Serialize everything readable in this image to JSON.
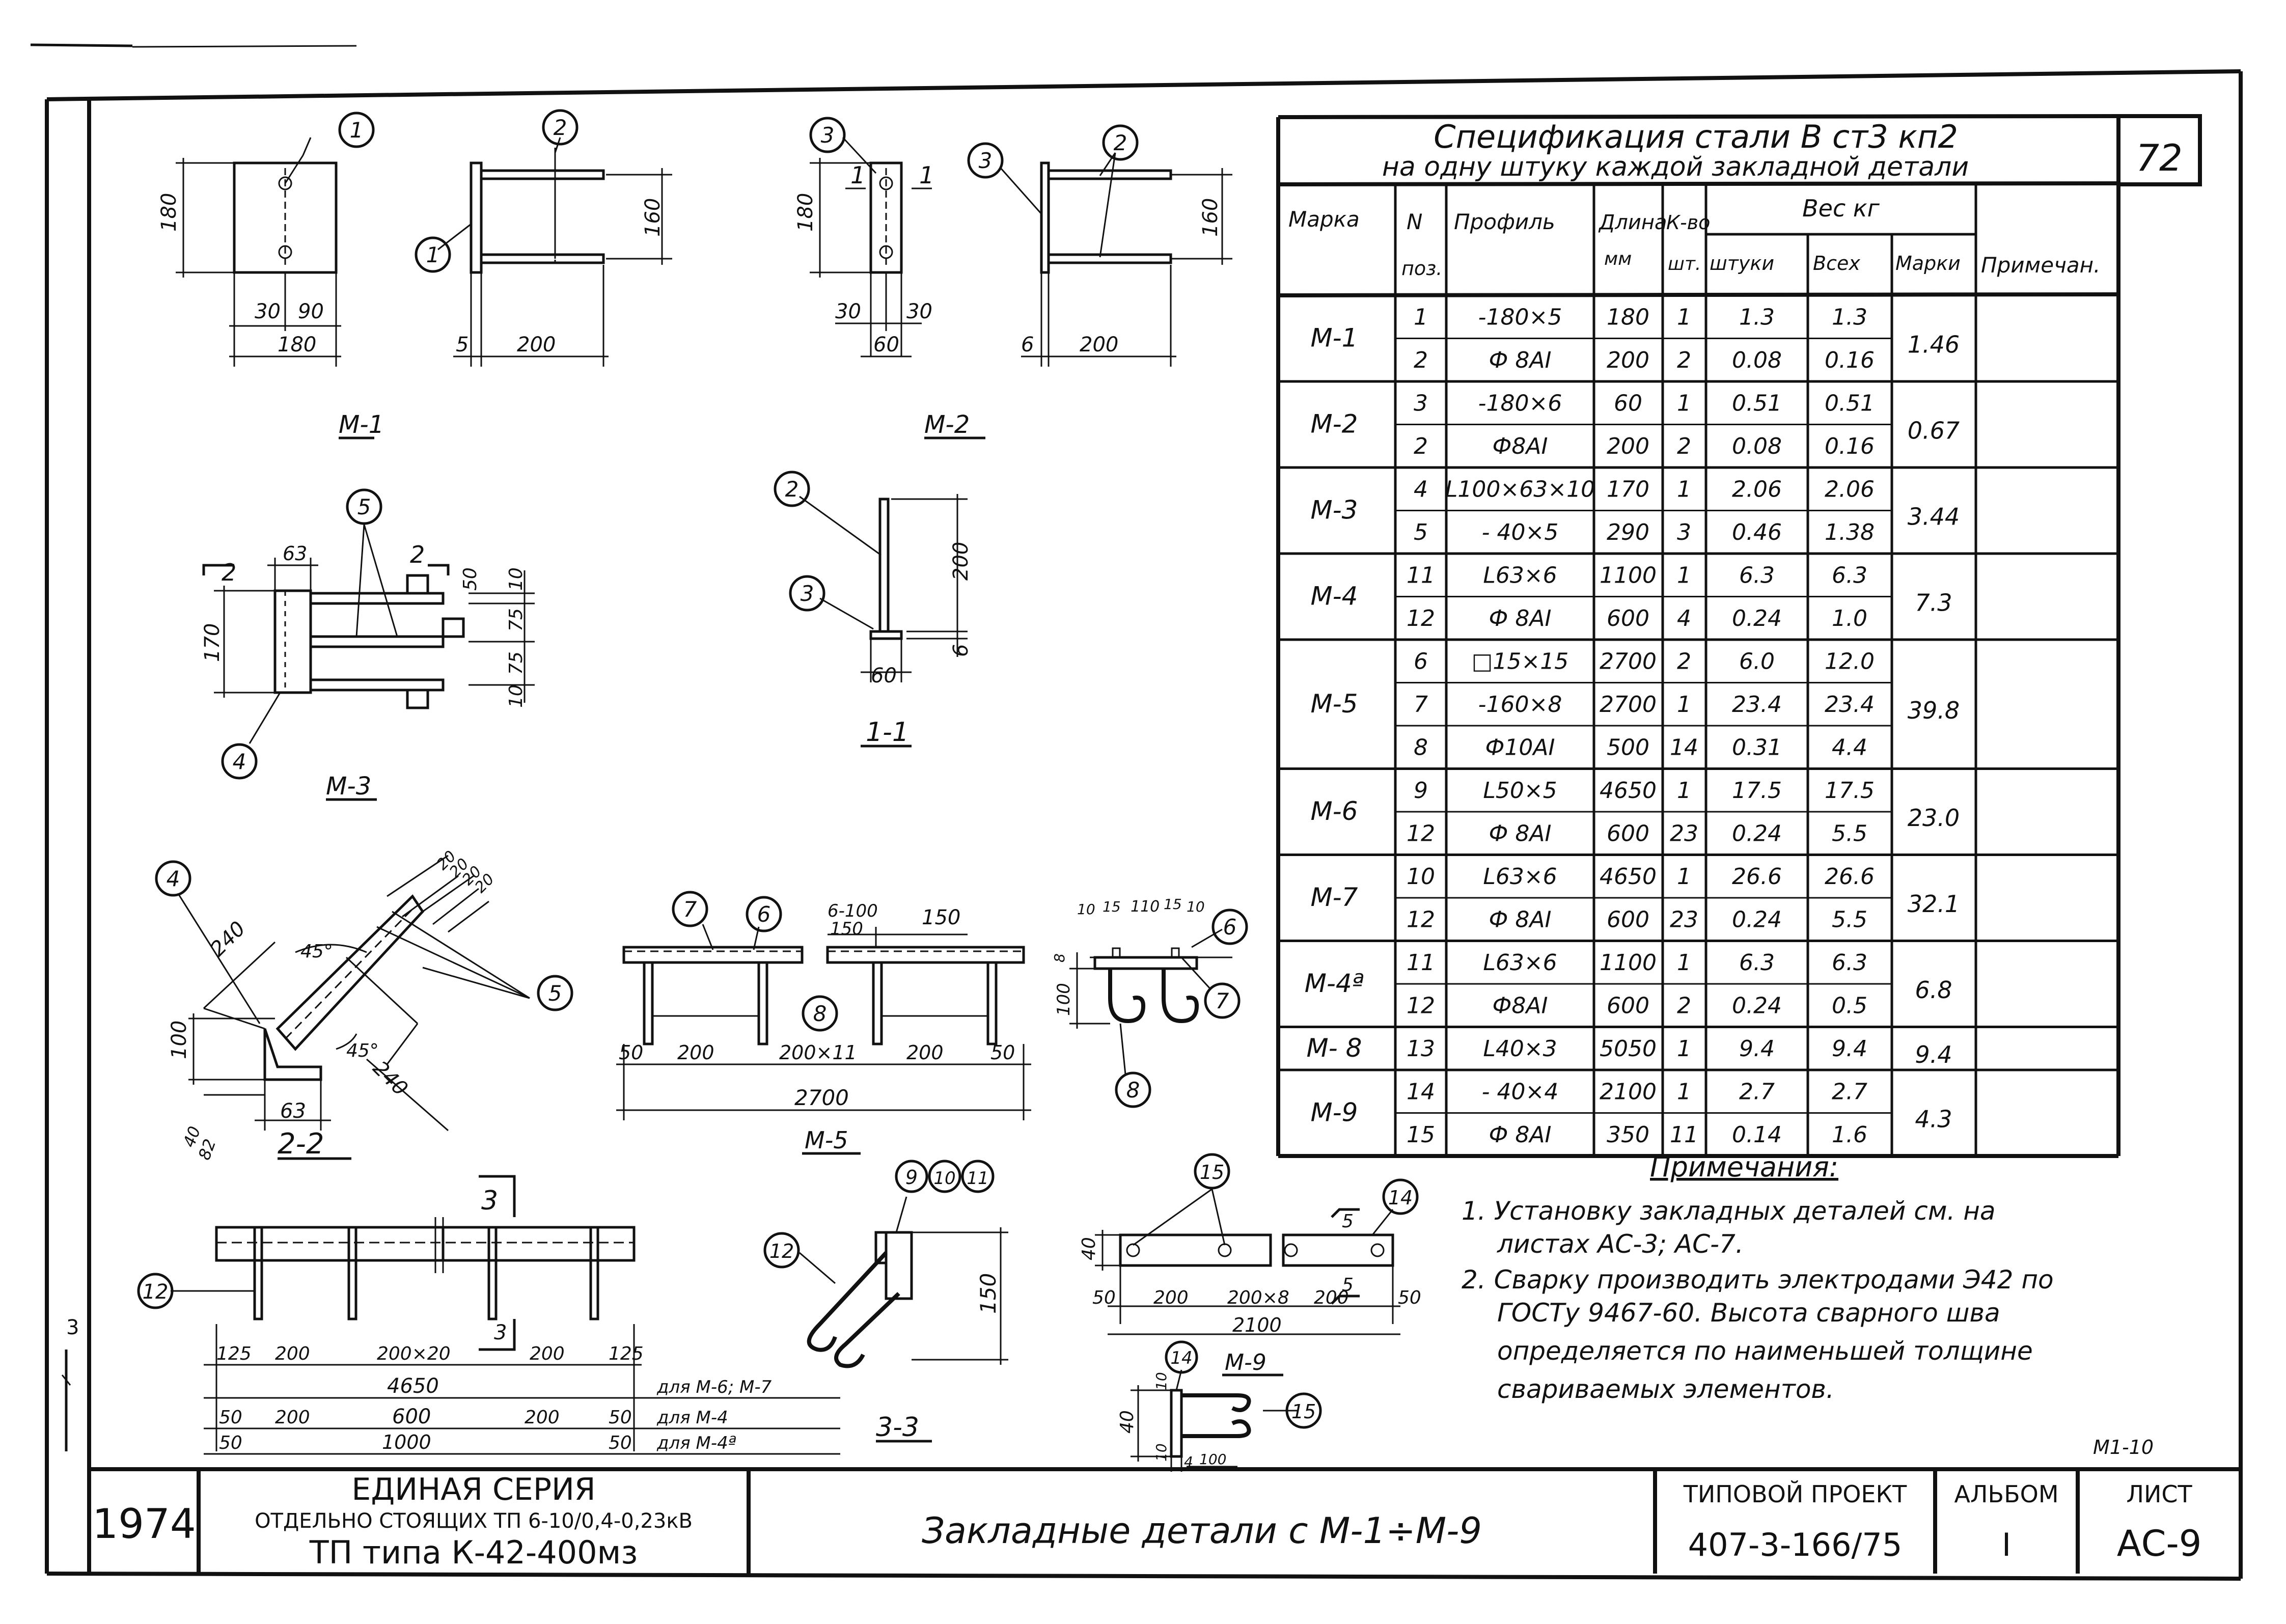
{
  "sheet_number": "72",
  "spec": {
    "title_line1": "Спецификация стали В ст3 кп2",
    "title_line2": "на одну штуку каждой закладной детали",
    "headers": {
      "mark": "Марка",
      "pos_n": "N",
      "pos": "поз.",
      "profile": "Профиль",
      "length": "Длина",
      "length_unit": "мм",
      "qty": "К-во",
      "qty_unit": "шт.",
      "weight": "Вес кг",
      "w_piece": "штуки",
      "w_all": "Всех",
      "w_mark": "Марки",
      "note": "Примечан."
    },
    "groups": [
      {
        "mark": "М-1",
        "total": "1.46",
        "rows": [
          {
            "pos": "1",
            "profile": "-180×5",
            "length": "180",
            "qty": "1",
            "w1": "1.3",
            "w2": "1.3"
          },
          {
            "pos": "2",
            "profile": "Ф 8АI",
            "length": "200",
            "qty": "2",
            "w1": "0.08",
            "w2": "0.16"
          }
        ]
      },
      {
        "mark": "М-2",
        "total": "0.67",
        "rows": [
          {
            "pos": "3",
            "profile": "-180×6",
            "length": "60",
            "qty": "1",
            "w1": "0.51",
            "w2": "0.51"
          },
          {
            "pos": "2",
            "profile": "Ф8АI",
            "length": "200",
            "qty": "2",
            "w1": "0.08",
            "w2": "0.16"
          }
        ]
      },
      {
        "mark": "М-3",
        "total": "3.44",
        "rows": [
          {
            "pos": "4",
            "profile": "L100×63×10",
            "length": "170",
            "qty": "1",
            "w1": "2.06",
            "w2": "2.06"
          },
          {
            "pos": "5",
            "profile": "- 40×5",
            "length": "290",
            "qty": "3",
            "w1": "0.46",
            "w2": "1.38"
          }
        ]
      },
      {
        "mark": "М-4",
        "total": "7.3",
        "rows": [
          {
            "pos": "11",
            "profile": "L63×6",
            "length": "1100",
            "qty": "1",
            "w1": "6.3",
            "w2": "6.3"
          },
          {
            "pos": "12",
            "profile": "Ф 8АI",
            "length": "600",
            "qty": "4",
            "w1": "0.24",
            "w2": "1.0"
          }
        ]
      },
      {
        "mark": "М-5",
        "total": "39.8",
        "rows": [
          {
            "pos": "6",
            "profile": "□15×15",
            "length": "2700",
            "qty": "2",
            "w1": "6.0",
            "w2": "12.0"
          },
          {
            "pos": "7",
            "profile": "-160×8",
            "length": "2700",
            "qty": "1",
            "w1": "23.4",
            "w2": "23.4"
          },
          {
            "pos": "8",
            "profile": "Ф10АI",
            "length": "500",
            "qty": "14",
            "w1": "0.31",
            "w2": "4.4"
          }
        ]
      },
      {
        "mark": "М-6",
        "total": "23.0",
        "rows": [
          {
            "pos": "9",
            "profile": "L50×5",
            "length": "4650",
            "qty": "1",
            "w1": "17.5",
            "w2": "17.5"
          },
          {
            "pos": "12",
            "profile": "Ф 8АI",
            "length": "600",
            "qty": "23",
            "w1": "0.24",
            "w2": "5.5"
          }
        ]
      },
      {
        "mark": "М-7",
        "total": "32.1",
        "rows": [
          {
            "pos": "10",
            "profile": "L63×6",
            "length": "4650",
            "qty": "1",
            "w1": "26.6",
            "w2": "26.6"
          },
          {
            "pos": "12",
            "profile": "Ф 8АI",
            "length": "600",
            "qty": "23",
            "w1": "0.24",
            "w2": "5.5"
          }
        ]
      },
      {
        "mark": "М-4ª",
        "total": "6.8",
        "rows": [
          {
            "pos": "11",
            "profile": "L63×6",
            "length": "1100",
            "qty": "1",
            "w1": "6.3",
            "w2": "6.3"
          },
          {
            "pos": "12",
            "profile": "Ф8АI",
            "length": "600",
            "qty": "2",
            "w1": "0.24",
            "w2": "0.5"
          }
        ]
      },
      {
        "mark": "М- 8",
        "total": "9.4",
        "rows": [
          {
            "pos": "13",
            "profile": "L40×3",
            "length": "5050",
            "qty": "1",
            "w1": "9.4",
            "w2": "9.4"
          }
        ]
      },
      {
        "mark": "М-9",
        "total": "4.3",
        "rows": [
          {
            "pos": "14",
            "profile": "- 40×4",
            "length": "2100",
            "qty": "1",
            "w1": "2.7",
            "w2": "2.7"
          },
          {
            "pos": "15",
            "profile": "Ф 8АI",
            "length": "350",
            "qty": "11",
            "w1": "0.14",
            "w2": "1.6"
          }
        ]
      }
    ]
  },
  "notes": {
    "title": "Примечания:",
    "lines": [
      "1. Установку закладных деталей см. на",
      "листах АС-3; АС-7.",
      "2. Сварку производить электродами Э42 по",
      "ГОСТу 9467-60. Высота сварного шва",
      "определяется по наименьшей толщине",
      "свариваемых элементов."
    ],
    "range": "М1-10"
  },
  "drawings": {
    "m1": {
      "label": "М-1",
      "dims": {
        "h180": "180",
        "d30": "30",
        "d90": "90",
        "w180": "180",
        "h160": "160",
        "d5": "5",
        "d200": "200"
      },
      "callouts": {
        "c1a": "1",
        "c2": "2",
        "c1b": "1"
      }
    },
    "m2": {
      "label": "М-2",
      "dims": {
        "h180": "180",
        "d30a": "30",
        "d30b": "30",
        "w60": "60",
        "h160": "160",
        "d6": "6",
        "d200": "200"
      },
      "callouts": {
        "c3a": "3",
        "c3b": "3",
        "c2": "2"
      },
      "section_marks": {
        "s1": "1",
        "s2": "1"
      }
    },
    "s11": {
      "label": "1-1",
      "dims": {
        "h200": "200",
        "d6": "6",
        "w60": "60"
      },
      "callouts": {
        "c2": "2",
        "c3": "3"
      }
    },
    "m3": {
      "label": "М-3",
      "dims": {
        "d63": "63",
        "h170": "170",
        "d50": "50",
        "d10a": "10",
        "d75a": "75",
        "d75b": "75",
        "d10b": "10"
      },
      "callouts": {
        "c5": "5",
        "c4": "4"
      },
      "section_marks": {
        "s1": "2",
        "s2": "2"
      }
    },
    "s22": {
      "label": "2-2",
      "dims": {
        "d240a": "240",
        "a45a": "45°",
        "a45b": "45°",
        "d240b": "240",
        "d100": "100",
        "d40": "40",
        "d82": "82",
        "d63": "63",
        "d20a": "20",
        "d20b": "20",
        "d20c": "20",
        "d20d": "20"
      },
      "callouts": {
        "c4": "4",
        "c5": "5"
      }
    },
    "m5": {
      "label": "М-5",
      "dims": {
        "d6100": "6-100",
        "d150a": "150",
        "d150b": "150",
        "d50a": "50",
        "d200a": "200",
        "d20011": "200×11",
        "d200b": "200",
        "d50b": "50",
        "d2700": "2700",
        "r10a": "10",
        "r15a": "15",
        "r110": "110",
        "r15b": "15",
        "r10b": "10",
        "r8": "8",
        "r100": "100"
      },
      "callouts": {
        "c7a": "7",
        "c6a": "6",
        "c8a": "8",
        "c6b": "6",
        "c7b": "7",
        "c8b": "8"
      }
    },
    "m67": {
      "dims": {
        "c125a": "125",
        "c200a": "200",
        "c20020": "200×20",
        "c200b": "200",
        "c125b": "125",
        "c4650": "4650",
        "c50a": "50",
        "c200c": "200",
        "c600": "600",
        "c200d": "200",
        "c50b": "50",
        "c50c": "50",
        "c1000": "1000",
        "c50d": "50"
      },
      "row_labels": {
        "r1": "для М-6; М-7",
        "r2": "для М-4",
        "r3": "для М-4ª"
      },
      "callouts": {
        "c12": "12"
      },
      "section_marks": {
        "s3a": "3",
        "s3b": "3"
      }
    },
    "s33": {
      "label": "3-3",
      "dims": {
        "d150": "150"
      },
      "callouts": {
        "c9": "9",
        "c10": "10",
        "c11": "11",
        "c12": "12"
      }
    },
    "m9": {
      "label": "М-9",
      "dims": {
        "d40": "40",
        "d50a": "50",
        "d200": "200",
        "d2008": "200×8",
        "d200b": "200",
        "d50b": "50",
        "d2100": "2100",
        "d5a": "5",
        "d5b": "5",
        "d10a": "10",
        "d40b": "40",
        "d10b": "10",
        "d4": "4",
        "d100": "100"
      },
      "callouts": {
        "c15a": "15",
        "c14a": "14",
        "c14b": "14",
        "c15b": "15"
      }
    }
  },
  "title_block": {
    "year": "1974",
    "series_line1": "ЕДИНАЯ СЕРИЯ",
    "series_line2": "ОТДЕЛЬНО СТОЯЩИХ ТП 6-10/0,4-0,23кВ",
    "series_line3": "ТП типа К-42-400мз",
    "sheet_title": "Закладные детали с М-1÷М-9",
    "project_label": "ТИПОВОЙ ПРОЕКТ",
    "project_value": "407-3-166/75",
    "album_label": "АЛЬБОМ",
    "album_value": "I",
    "sheet_label": "ЛИСТ",
    "sheet_value": "АС-9"
  },
  "margin_stamp": "3"
}
